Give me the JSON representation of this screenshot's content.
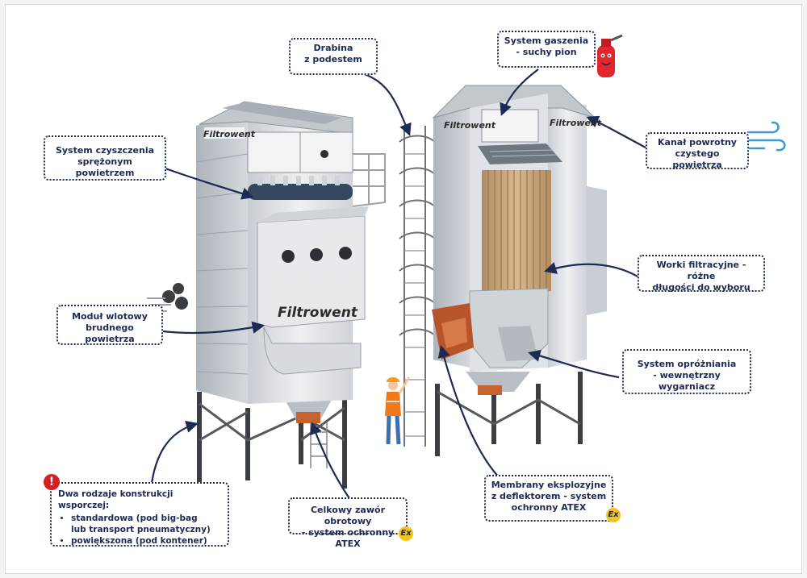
{
  "brand": {
    "name": "Filtrowent"
  },
  "colors": {
    "navy": "#1c2a54",
    "warning": "#d61f26",
    "atex_badge": "#f3c31b",
    "filter_bags": "#c7a47a",
    "steel": "#d9dde2"
  },
  "icons": {
    "ex_badge": "atex-ex-icon",
    "warning": "warning-icon",
    "wind": "wind-icon",
    "smoke": "smoke-icon",
    "extinguisher": "fire-extinguisher-icon",
    "worker": "worker-figure"
  },
  "badges": {
    "ex_symbol": "Ex",
    "warning_symbol": "!"
  },
  "callouts": {
    "ladder": {
      "lines": [
        "Drabina",
        "z podestem"
      ]
    },
    "extinguishing": {
      "lines": [
        "System gaszenia",
        "- suchy pion"
      ]
    },
    "compressed_air": {
      "lines": [
        "System czyszczenia",
        "sprężonym powietrzem"
      ]
    },
    "return_duct": {
      "lines": [
        "Kanał powrotny",
        "czystego powietrza"
      ]
    },
    "filter_bags": {
      "lines": [
        "Worki filtracyjne - różne",
        "długości do wyboru"
      ]
    },
    "inlet": {
      "lines": [
        "Moduł wlotowy",
        "brudnego powietrza"
      ]
    },
    "discharge": {
      "lines": [
        "System opróżniania",
        "- wewnętrzny wygarniacz"
      ]
    },
    "membranes": {
      "lines": [
        "Membrany eksplozyjne",
        "z deflektorem - system",
        "ochronny ATEX"
      ]
    },
    "rotary_valve": {
      "lines": [
        "Celkowy zawór obrotowy",
        "- system ochronny ATEX"
      ]
    },
    "supports": {
      "title": "Dwa rodzaje konstrukcji wsporczej:",
      "items": [
        "standardowa (pod big-bag",
        "lub transport pneumatyczny)",
        "powiększona (pod kontener)"
      ]
    }
  }
}
